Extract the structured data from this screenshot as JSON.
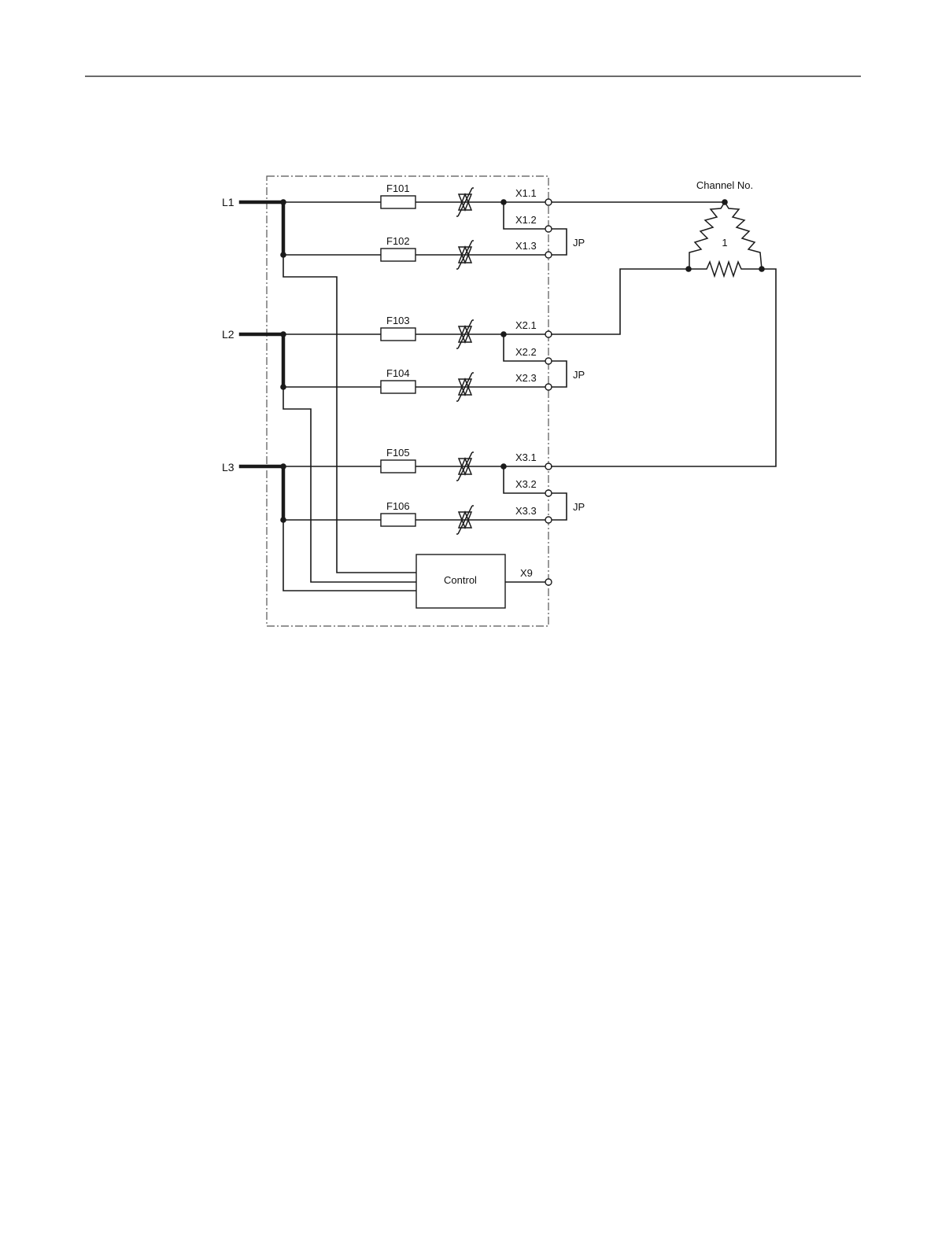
{
  "lines": [
    {
      "label": "L1",
      "fuses": [
        "F101",
        "F102"
      ],
      "terminals": [
        "X1.1",
        "X1.2",
        "X1.3"
      ]
    },
    {
      "label": "L2",
      "fuses": [
        "F103",
        "F104"
      ],
      "terminals": [
        "X2.1",
        "X2.2",
        "X2.3"
      ]
    },
    {
      "label": "L3",
      "fuses": [
        "F105",
        "F106"
      ],
      "terminals": [
        "X3.1",
        "X3.2",
        "X3.3"
      ]
    }
  ],
  "jumper_label": "JP",
  "control": {
    "label": "Control",
    "terminal": "X9"
  },
  "load": {
    "title": "Channel No.",
    "number": "1"
  }
}
